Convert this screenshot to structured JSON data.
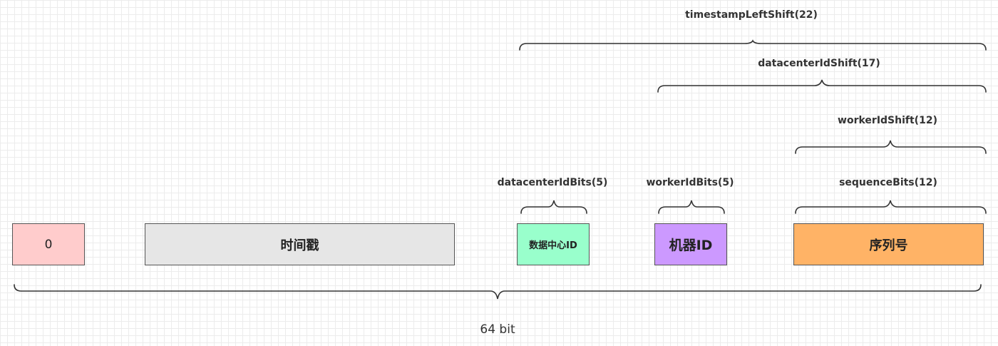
{
  "fields": {
    "sign": "0",
    "timestamp": "时间戳",
    "datacenter_id": "数据中心ID",
    "worker_id": "机器ID",
    "sequence": "序列号"
  },
  "colors": {
    "sign": "#FFCCCC",
    "timestamp": "#E6E6E6",
    "datacenter_id": "#99FFCC",
    "worker_id": "#CC99FF",
    "sequence": "#FFB366"
  },
  "labels": {
    "timestamp_left_shift": "timestampLeftShift(22)",
    "datacenter_id_shift": "datacenterIdShift(17)",
    "worker_id_shift": "workerIdShift(12)",
    "datacenter_id_bits": "datacenterIdBits(5)",
    "worker_id_bits": "workerIdBits(5)",
    "sequence_bits": "sequenceBits(12)",
    "total_bits": "64 bit"
  }
}
